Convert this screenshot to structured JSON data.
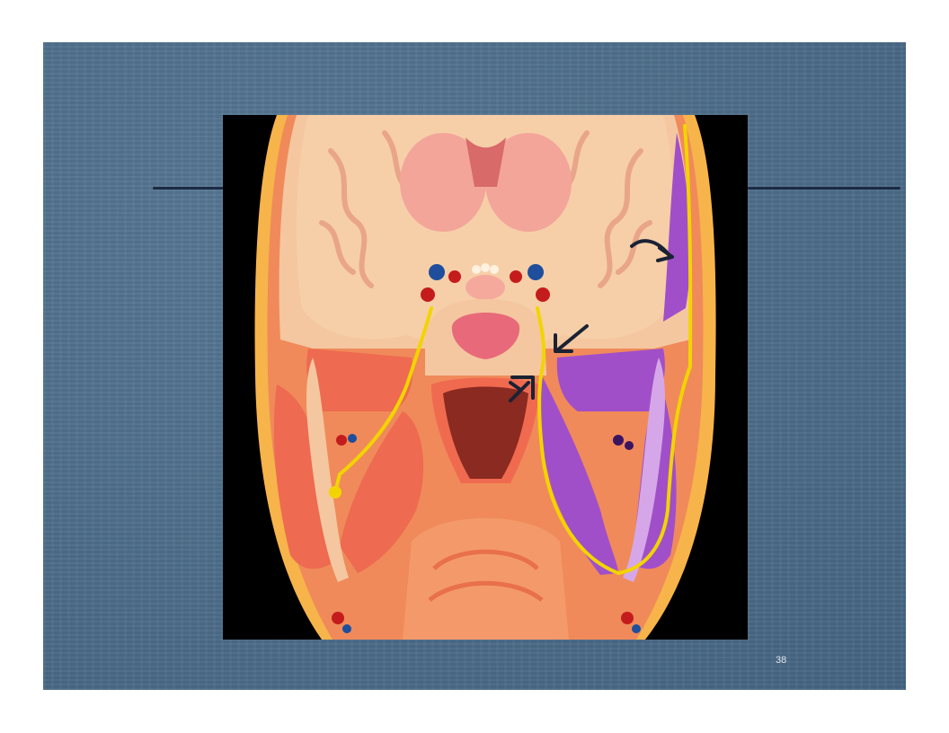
{
  "slide": {
    "page_number": "38",
    "background_color": "#4a6d8c",
    "accent_rule_color": "#1c2a44"
  },
  "figure": {
    "icon": "coronal-head-anatomy-illustration",
    "highlight_colors": {
      "nerve": "#f2d400",
      "highlighted_muscles": "#a04fc9",
      "muscle": "#ee6a50",
      "brain": "#f6cfa8",
      "fat": "#f7b44a"
    },
    "arrows": [
      "curved-arrow",
      "straight-arrow",
      "open-arrow"
    ]
  }
}
